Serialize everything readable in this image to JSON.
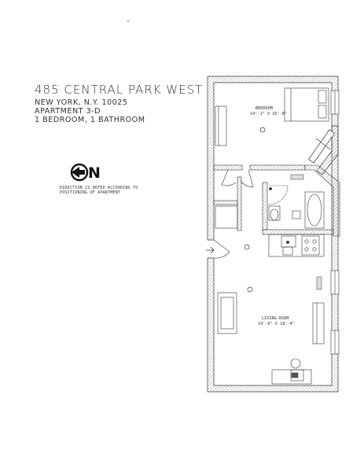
{
  "header": {
    "address": "485 CENTRAL PARK WEST",
    "city": "NEW YORK, N.Y. 10025",
    "apartment": "APARTMENT 3-D",
    "rooms": "1 BEDROOM, 1 BATHROOM"
  },
  "compass": {
    "letter": "N",
    "note_line1": "DIRECTION IS NOTED ACCORDING TO",
    "note_line2": "POSITIONING OF APARTMENT"
  },
  "rooms": {
    "bedroom": {
      "name": "BEDROOM",
      "dims": "14'-1\" X 10'-8\""
    },
    "living_room": {
      "name": "LIVING ROOM",
      "dims": "14'-6\" X 18'-4\""
    }
  },
  "colors": {
    "line": "#333333",
    "wall_hatch": "#8a8a8a",
    "background": "#ffffff"
  }
}
